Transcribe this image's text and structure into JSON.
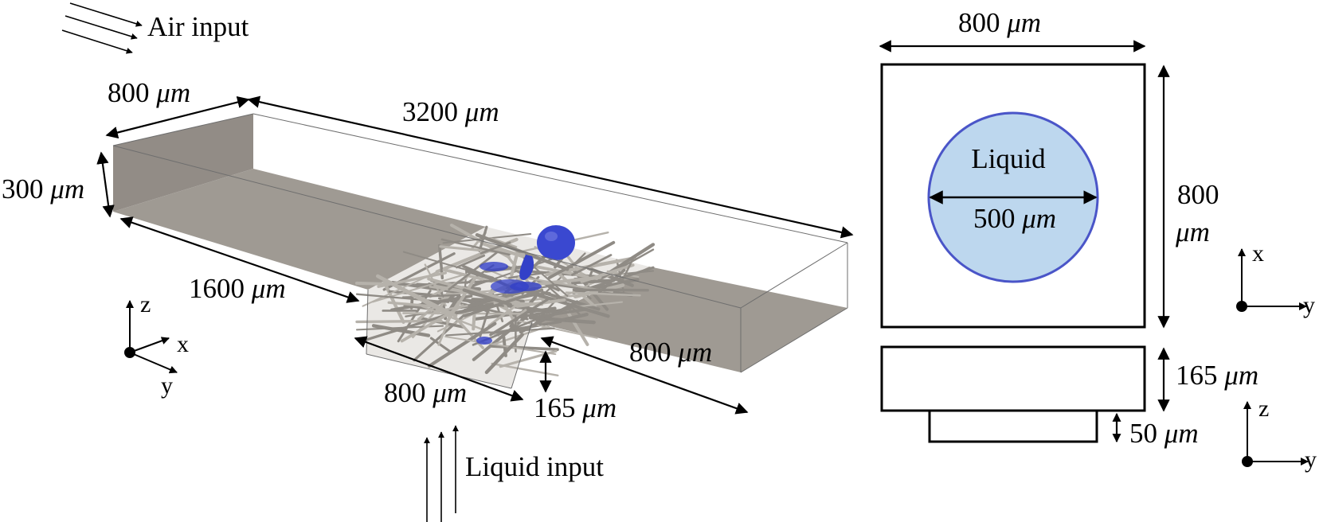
{
  "left_view": {
    "air_input": "Air input",
    "liquid_input": "Liquid input",
    "dims": {
      "width_top": "800",
      "length_total": "3200",
      "height": "300",
      "inlet_length": "1600",
      "sample_width": "800",
      "sample_height": "165",
      "channel_width": "800"
    },
    "axes": {
      "z": "z",
      "x": "x",
      "y": "y"
    }
  },
  "right_view": {
    "top_width": "800",
    "side_height_line1": "800",
    "circle_label": "Liquid",
    "diameter": "500",
    "sample_height": "165",
    "inlet_height": "50",
    "axes_top": {
      "x": "x",
      "y": "y"
    },
    "axes_side": {
      "z": "z",
      "y": "y"
    }
  },
  "unit": "μm",
  "colors": {
    "wall": "#9e9890",
    "wall_dark": "#8f8a84",
    "droplet": "#3340c8",
    "fiber": "#b8b4ad",
    "circle_fill": "#bdd7ee",
    "circle_stroke": "#4a55c8"
  }
}
